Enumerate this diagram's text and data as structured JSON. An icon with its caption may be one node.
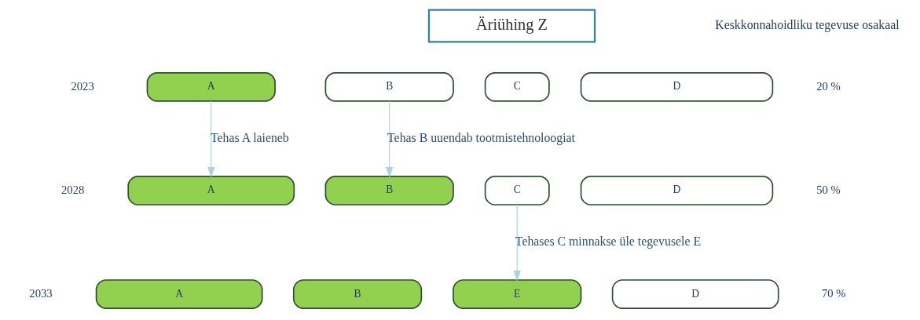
{
  "diagram": {
    "nodes": [
      {
        "text": [
          "Äriühing Z"
        ]
      },
      {
        "text": [
          "A"
        ]
      },
      {
        "text": [
          "B"
        ]
      },
      {
        "text": [
          "C"
        ]
      },
      {
        "text": [
          "D"
        ]
      },
      {
        "text": [
          "A"
        ]
      },
      {
        "text": [
          "B"
        ]
      },
      {
        "text": [
          "C"
        ]
      },
      {
        "text": [
          "D"
        ]
      },
      {
        "text": [
          "A"
        ]
      },
      {
        "text": [
          "B"
        ]
      },
      {
        "text": [
          "E"
        ]
      },
      {
        "text": [
          "D"
        ]
      }
    ],
    "edges": [
      {
        "from": 1,
        "to": 5,
        "arrow": "to",
        "label": "Tehas A laieneb"
      },
      {
        "from": 2,
        "to": 6,
        "arrow": "to",
        "label": "Tehas B uuendab tootmistehnoloogiat"
      },
      {
        "from": 7,
        "to": 11,
        "arrow": "to",
        "label": "Tehases C minnakse üle tegevusele E"
      }
    ],
    "labels": [
      "Keskkonnahoidliku tegevuse osakaal",
      "2023",
      "20 %",
      "2028",
      "50 %",
      "2033",
      "70 %"
    ]
  }
}
